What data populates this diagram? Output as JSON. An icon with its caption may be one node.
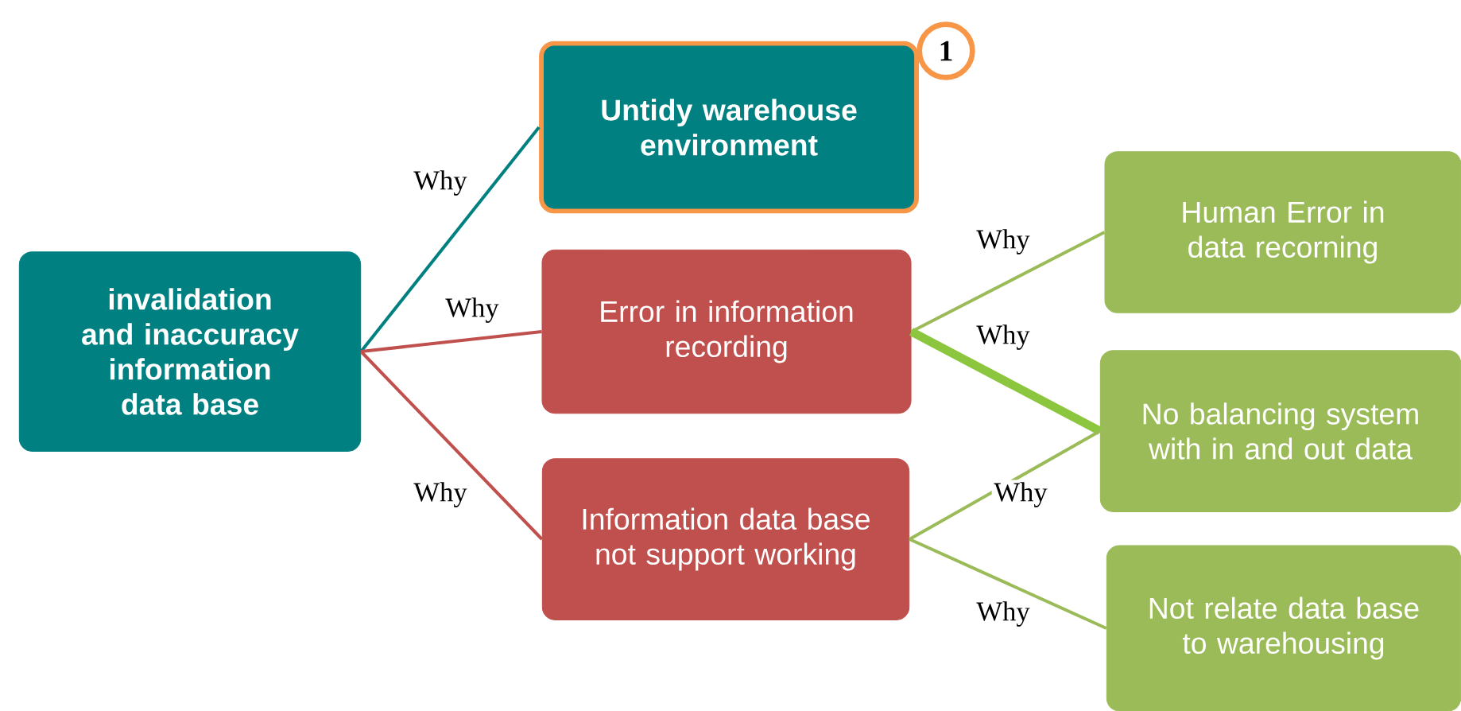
{
  "diagram": {
    "nodes": [
      {
        "text": [
          "invalidation and inaccuracy information data base"
        ]
      },
      {
        "text": [
          "Untidy warehouse environment"
        ]
      },
      {
        "text": [
          "Error in information recording"
        ]
      },
      {
        "text": [
          "Information data base not support working"
        ]
      },
      {
        "text": [
          "Human Error in data recorning"
        ]
      },
      {
        "text": [
          "No  balancing system with in and out  data"
        ]
      },
      {
        "text": [
          "Not relate data base to warehousing"
        ]
      },
      {
        "text": [
          "1"
        ]
      }
    ],
    "edges": [
      {
        "from": 0,
        "to": 1,
        "arrow": "none",
        "label": "Why",
        "color": "#008080"
      },
      {
        "from": 0,
        "to": 2,
        "arrow": "none",
        "label": "Why",
        "color": "#c0504d"
      },
      {
        "from": 0,
        "to": 3,
        "arrow": "none",
        "label": "Why",
        "color": "#c0504d"
      },
      {
        "from": 2,
        "to": 4,
        "arrow": "none",
        "label": "Why"
      },
      {
        "from": 2,
        "to": 5,
        "arrow": "none",
        "label": "Why",
        "style": "thick",
        "color": "#8cc63f"
      },
      {
        "from": 3,
        "to": 5,
        "arrow": "none",
        "label": "Why"
      },
      {
        "from": 3,
        "to": 6,
        "arrow": "none",
        "label": "Why"
      }
    ]
  }
}
